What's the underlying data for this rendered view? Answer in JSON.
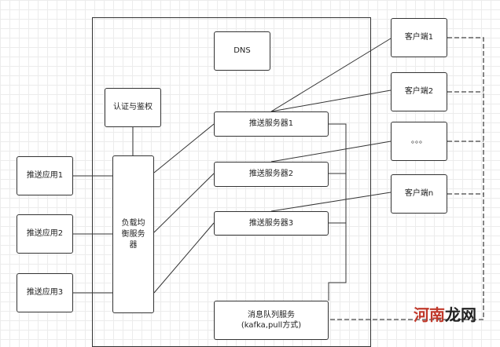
{
  "diagram": {
    "dns": "DNS",
    "auth": "认证与鉴权",
    "load_balancer_lines": [
      "负载均",
      "衡服务",
      "器"
    ],
    "push_servers": [
      "推送服务器1",
      "推送服务器2",
      "推送服务器3"
    ],
    "push_apps": [
      "推送应用1",
      "推送应用2",
      "推送应用3"
    ],
    "clients": [
      "客户端1",
      "客户端2",
      "。。。",
      "客户端n"
    ],
    "mq_lines": [
      "消息队列服务",
      "(kafka,pull方式)"
    ]
  },
  "watermark": {
    "text_main": "河南",
    "text_accent": "龙网"
  },
  "colors": {
    "line": "#333333",
    "grid": "#ececec",
    "watermark": "#c0392b"
  }
}
